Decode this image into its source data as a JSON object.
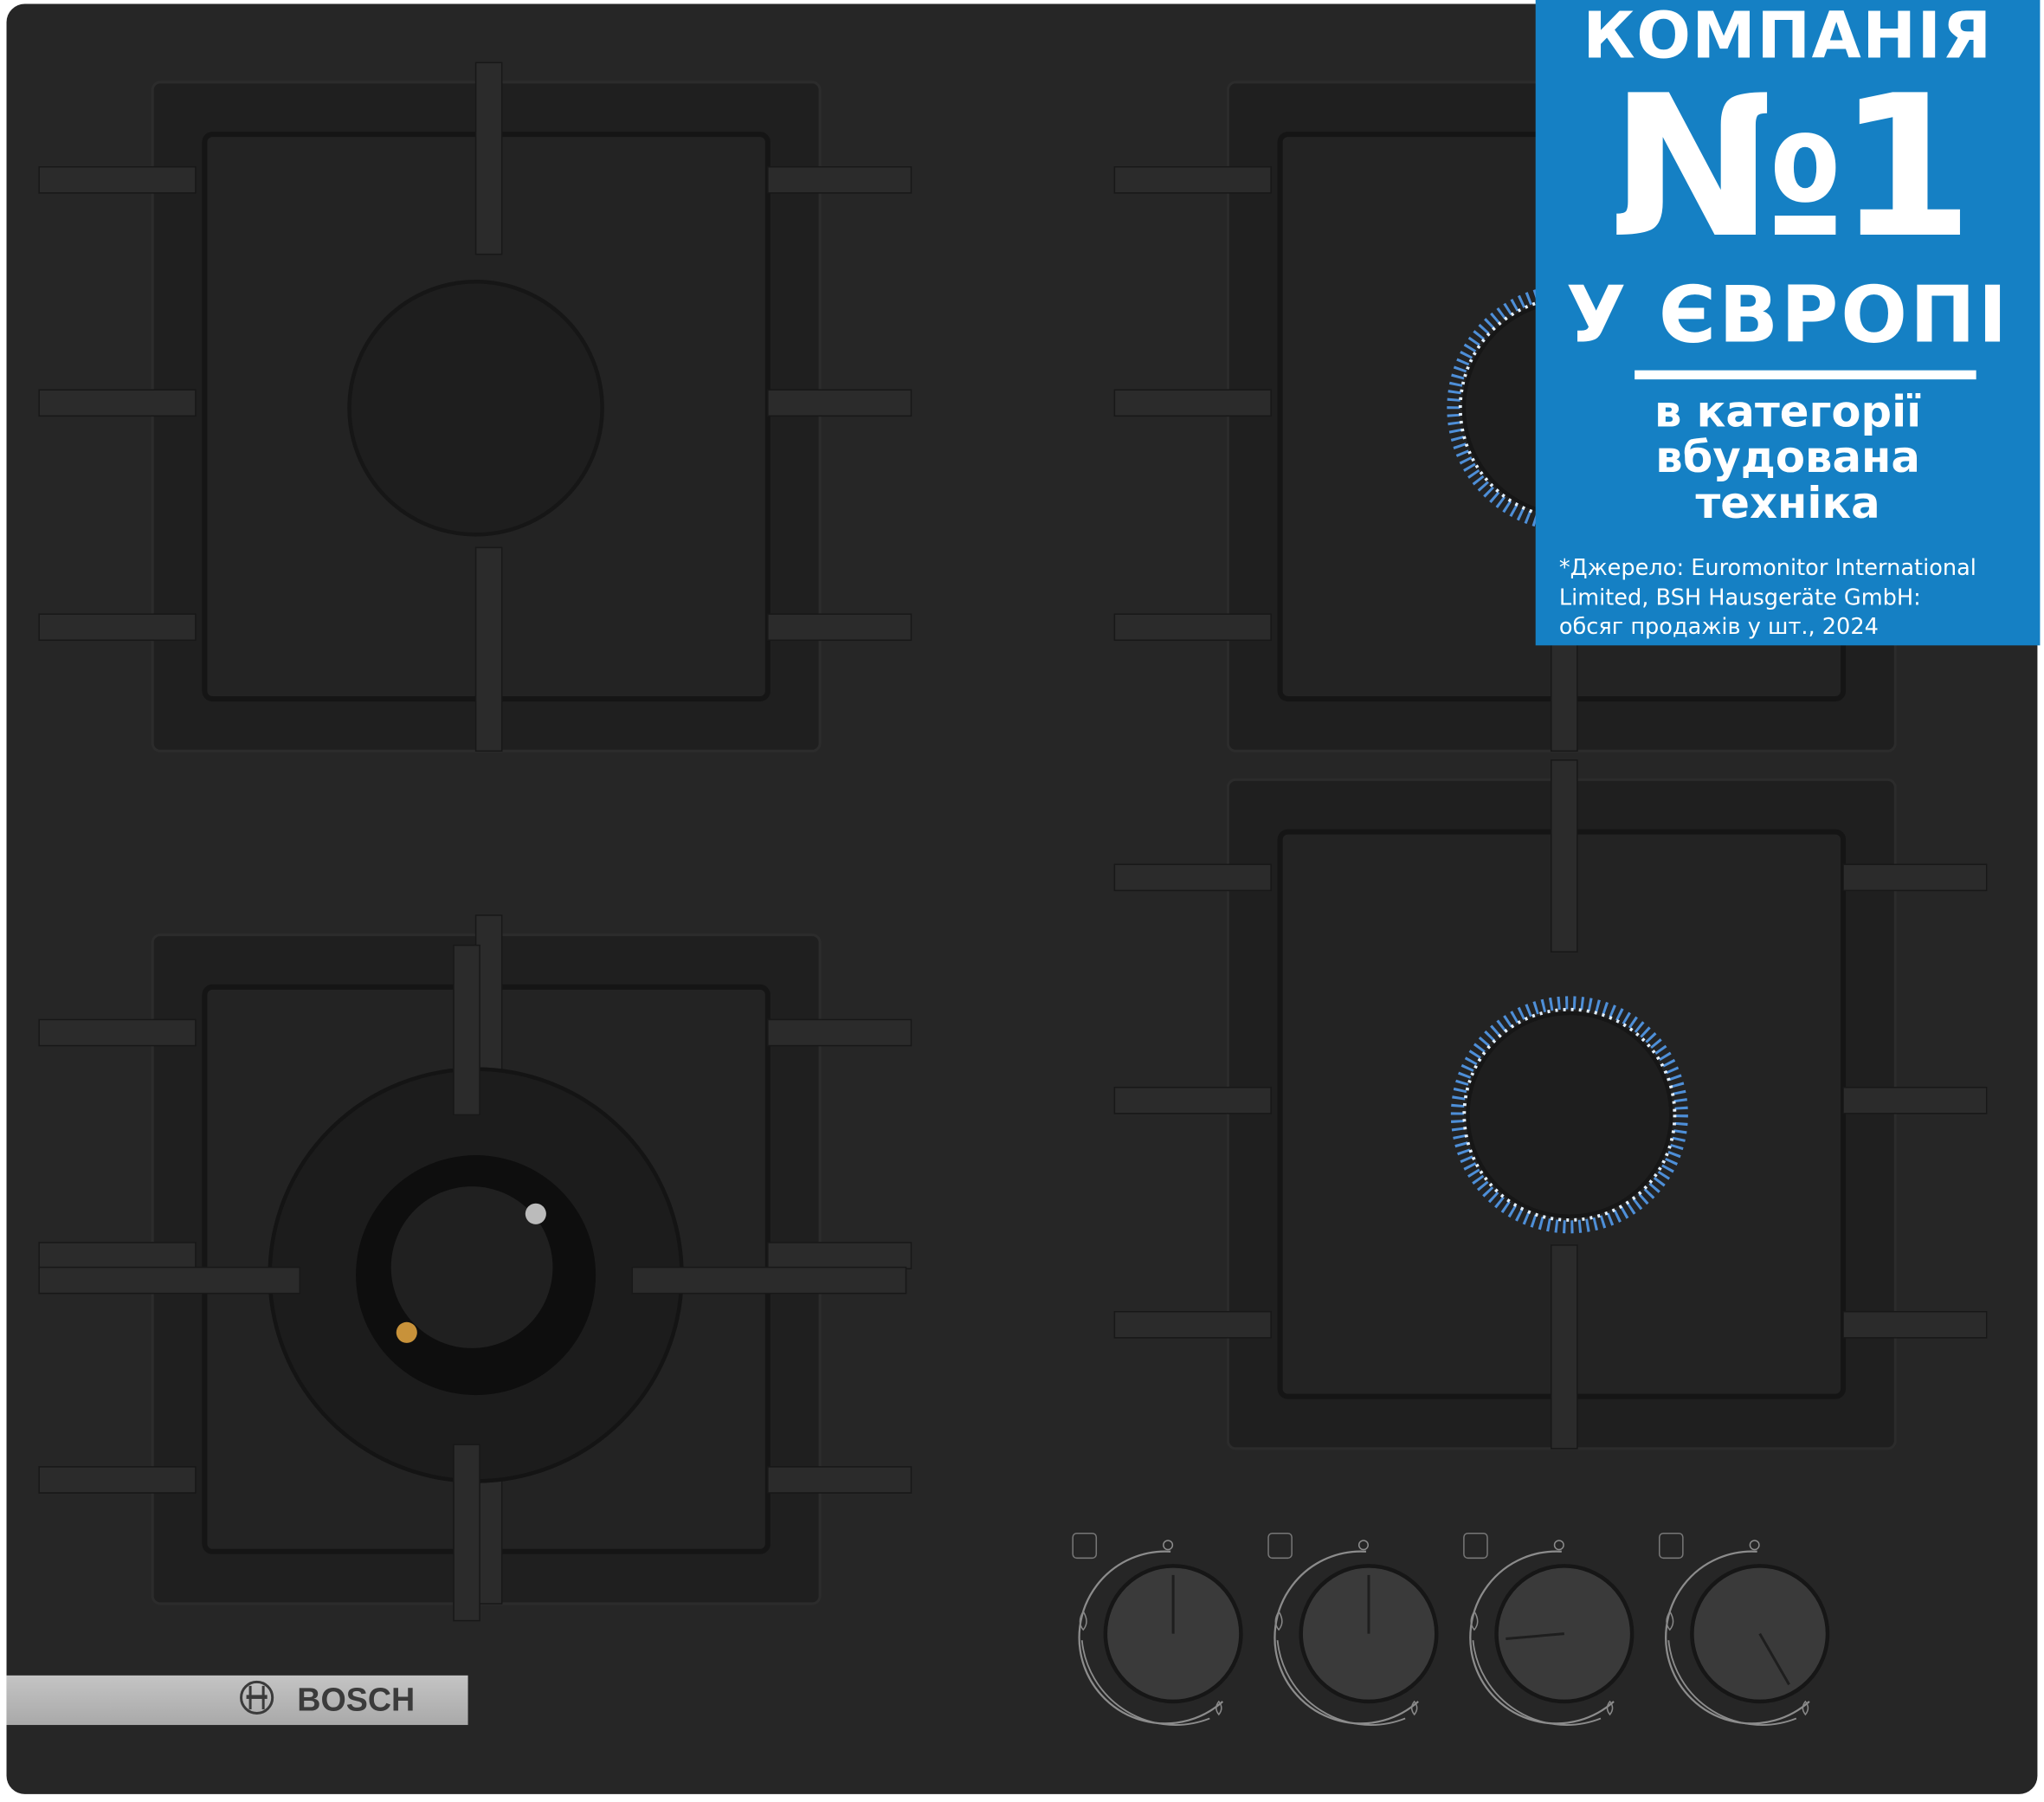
{
  "product": {
    "brand": "BOSCH",
    "surface_color": "#262626"
  },
  "badge": {
    "line1": "КОМПАНІЯ",
    "line2": "№1",
    "line3": "У ЄВРОПІ",
    "line4": "в категорії",
    "line5": "вбудована",
    "line6": "техніка",
    "footnote1": "*Джерело: Euromonitor International",
    "footnote2": "Limited, BSH Hausgeräte GmbH:",
    "footnote3": "обсяг продажів у шт., 2024",
    "color": "#1580c4"
  }
}
